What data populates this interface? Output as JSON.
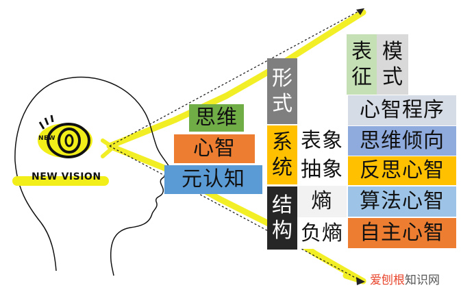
{
  "colors": {
    "highlighter": "#f2ee1a",
    "green": "#70ad47",
    "orange": "#ed7d31",
    "blue": "#5b9bd5",
    "gray_dark": "#7f7f7f",
    "gray_light": "#d9d9d9",
    "gold": "#ffc000",
    "light_blue_gray": "#d6dce5",
    "steel_blue": "#8faadc",
    "light_steel": "#9dc3e6",
    "black": "#262626",
    "sage": "#c5e0b4"
  },
  "logo": {
    "small_text": "NEW",
    "main_text": "NEW VISION"
  },
  "left_stack": {
    "row1": "思维",
    "row2": "心智",
    "row3": "元认知"
  },
  "center_column": {
    "top": [
      "形",
      "式"
    ],
    "middle": [
      "系",
      "统"
    ],
    "bottom": [
      "结",
      "构"
    ]
  },
  "inner_column": {
    "row1": "表象",
    "row2": "抽象",
    "row3": "熵",
    "row4": "负熵"
  },
  "top_right": {
    "left_pair": [
      "表",
      "征"
    ],
    "right_pair": [
      "模",
      "式"
    ]
  },
  "right_column": {
    "row1": "心智程序",
    "row2": "思维倾向",
    "row3": "反思心智",
    "row4": "算法心智",
    "row5": "自主心智"
  },
  "watermark": {
    "brand": "爱刨根",
    "suffix": "知识网"
  }
}
